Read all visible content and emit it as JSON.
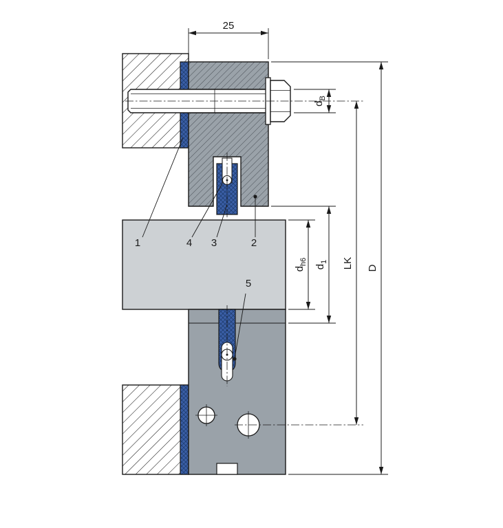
{
  "drawing": {
    "title": "flange-hub-clamping-assembly-cross-section",
    "dims": {
      "width": "25",
      "bolt_dia": {
        "base": "d",
        "sub": "B"
      },
      "shaft_dia": {
        "base": "d",
        "sub": "h6"
      },
      "bore_dia": {
        "base": "d",
        "sub": "1"
      },
      "bolt_circle": "LK",
      "outer_dia": "D"
    },
    "parts": {
      "p1": "1",
      "p2": "2",
      "p3": "3",
      "p4": "4",
      "p5": "5"
    },
    "colors": {
      "seal_blue": "#3b5fa7",
      "hatch_blue_line": "#203f73",
      "body_gray": "#9aa2a9",
      "body_hatch_line": "#41474d",
      "shaft_gray": "#cdd1d4",
      "line_black": "#1a1a1a",
      "background": "#ffffff"
    }
  }
}
